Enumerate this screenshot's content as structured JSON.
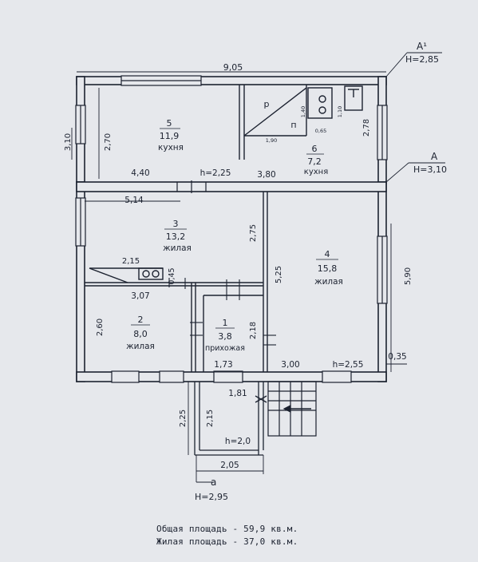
{
  "plan": {
    "overall_width": "9,05",
    "marks": {
      "a1": "A¹",
      "h_a1": "H=2,85",
      "a": "A",
      "h_a": "H=3,10",
      "a_low": "а",
      "h_a_low": "H=2,95"
    },
    "rooms": [
      {
        "number": "5",
        "area": "11,9",
        "name": "кухня"
      },
      {
        "number": "6",
        "area": "7,2",
        "name": "кухня"
      },
      {
        "number": "3",
        "area": "13,2",
        "name": "жилая"
      },
      {
        "number": "4",
        "area": "15,8",
        "name": "жилая"
      },
      {
        "number": "2",
        "area": "8,0",
        "name": "жилая"
      },
      {
        "number": "1",
        "area": "3,8",
        "name": "прихожая"
      }
    ],
    "dims": {
      "d310": "3,10",
      "d270": "2,70",
      "d278": "2,78",
      "d440": "4,40",
      "h225": "h=2,25",
      "d380": "3,80",
      "d514": "5,14",
      "d275": "2,75",
      "d525": "5,25",
      "d590": "5,90",
      "d215": "2,15",
      "d045": "0,45",
      "d307": "3,07",
      "d260": "2,60",
      "d218": "2,18",
      "d173": "1,73",
      "d300": "3,00",
      "h255": "h=2,55",
      "d035": "0,35",
      "d181": "1,81",
      "d225b": "2,25",
      "d215b": "2,15",
      "h20": "h=2,0",
      "d205": "2,05",
      "p": "р",
      "n": "п",
      "d140": "1,40",
      "d065": "0,65",
      "d190": "1,90",
      "d110": "1,10"
    }
  },
  "summary": {
    "total": "Общая площадь - 59,9 кв.м.",
    "living": "Жилая площадь - 37,0 кв.м."
  }
}
